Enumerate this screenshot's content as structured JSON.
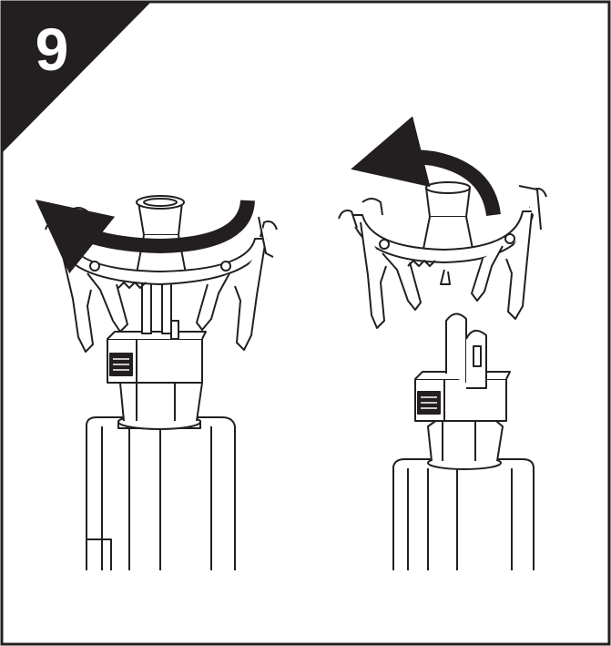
{
  "step": {
    "number": "9"
  },
  "figures": [
    {
      "id": "left",
      "description_icon": "rotate-counterclockwise-arrow"
    },
    {
      "id": "right",
      "description_icon": "lift-arrow"
    }
  ],
  "colors": {
    "ink": "#231f20",
    "paper": "#ffffff",
    "badge": "#231f20"
  }
}
